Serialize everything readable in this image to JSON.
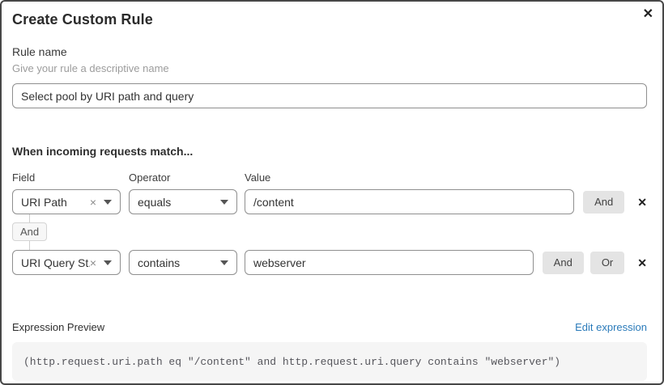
{
  "dialog": {
    "title": "Create Custom Rule"
  },
  "icons": {
    "close": "✕",
    "remove": "✕",
    "clear": "×"
  },
  "rule_name": {
    "label": "Rule name",
    "helper": "Give your rule a descriptive name",
    "value": "Select pool by URI path and query"
  },
  "match": {
    "heading": "When incoming requests match...",
    "columns": {
      "field": "Field",
      "operator": "Operator",
      "value": "Value"
    },
    "connector_label": "And",
    "rows": [
      {
        "field": "URI Path",
        "operator": "equals",
        "value": "/content",
        "and_label": "And"
      },
      {
        "field": "URI Query St...",
        "operator": "contains",
        "value": "webserver",
        "and_label": "And",
        "or_label": "Or"
      }
    ]
  },
  "expression": {
    "label": "Expression Preview",
    "edit_link": "Edit expression",
    "code": "(http.request.uri.path eq \"/content\" and http.request.uri.query contains \"webserver\")"
  },
  "colors": {
    "link_blue": "#2b7bba",
    "code_background": "#f5f5f5",
    "button_gray": "#e4e4e4",
    "border_gray": "#8f8f8f",
    "dialog_border": "#474747"
  }
}
